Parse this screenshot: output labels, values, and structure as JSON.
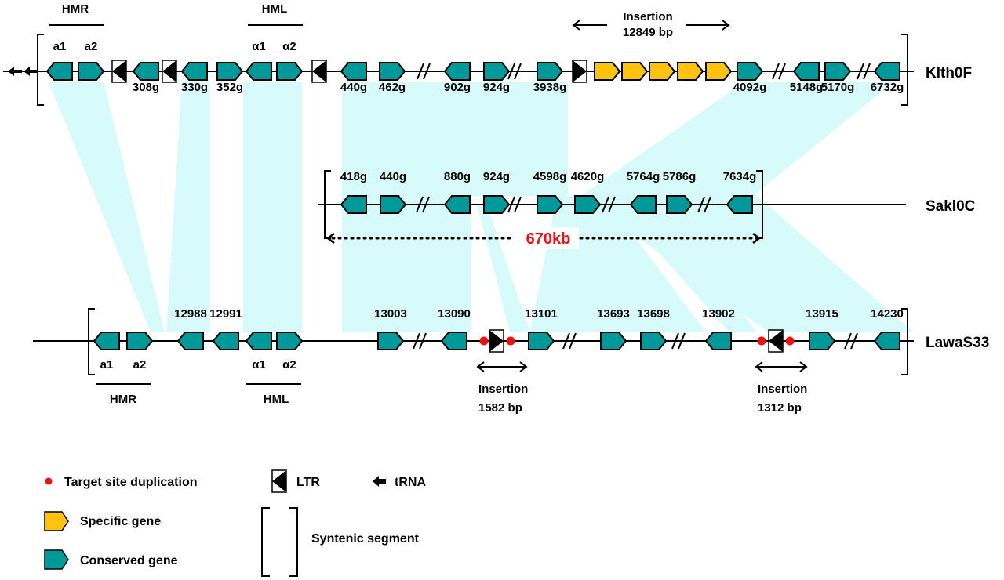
{
  "colors": {
    "conserved": "#009999",
    "specific": "#ffc20e",
    "synteny": "#d6fbfa",
    "tsd": "#ee1111",
    "line": "#000000",
    "size_label": "#ee1111"
  },
  "chromosomes": {
    "klth": {
      "name": "Klth0F",
      "genes": [
        {
          "type": "conserved",
          "dir": "left",
          "label": "",
          "top": "a1"
        },
        {
          "type": "conserved",
          "dir": "right",
          "label": "",
          "top": "a2"
        },
        {
          "type": "ltr",
          "dir": "left"
        },
        {
          "type": "conserved",
          "dir": "left",
          "label": "308g"
        },
        {
          "type": "ltr",
          "dir": "left"
        },
        {
          "type": "conserved",
          "dir": "left",
          "label": "330g"
        },
        {
          "type": "conserved",
          "dir": "right",
          "label": "352g"
        },
        {
          "type": "conserved",
          "dir": "left",
          "label": "",
          "top": "α1"
        },
        {
          "type": "conserved",
          "dir": "right",
          "label": "",
          "top": "α2"
        },
        {
          "type": "ltr",
          "dir": "left"
        },
        {
          "type": "conserved",
          "dir": "left",
          "label": "440g"
        },
        {
          "type": "conserved",
          "dir": "right",
          "label": "462g"
        },
        {
          "type": "break"
        },
        {
          "type": "conserved",
          "dir": "left",
          "label": "902g"
        },
        {
          "type": "conserved",
          "dir": "right",
          "label": "924g"
        },
        {
          "type": "break"
        },
        {
          "type": "conserved",
          "dir": "right",
          "label": "3938g"
        },
        {
          "type": "ltr",
          "dir": "right"
        },
        {
          "type": "specific",
          "dir": "right"
        },
        {
          "type": "specific",
          "dir": "right"
        },
        {
          "type": "specific",
          "dir": "right"
        },
        {
          "type": "specific",
          "dir": "right"
        },
        {
          "type": "specific",
          "dir": "right"
        },
        {
          "type": "conserved",
          "dir": "right",
          "label": "4092g"
        },
        {
          "type": "break"
        },
        {
          "type": "conserved",
          "dir": "left",
          "label": "5148g"
        },
        {
          "type": "conserved",
          "dir": "right",
          "label": "5170g"
        },
        {
          "type": "break"
        },
        {
          "type": "conserved",
          "dir": "left",
          "label": "6732g"
        }
      ],
      "loci": [
        {
          "name": "HMR"
        },
        {
          "name": "HML"
        }
      ],
      "insertion": {
        "title": "Insertion",
        "size": "12849 bp"
      }
    },
    "sakl": {
      "name": "Sakl0C",
      "genes": [
        {
          "type": "conserved",
          "dir": "left",
          "label": "418g"
        },
        {
          "type": "conserved",
          "dir": "right",
          "label": "440g"
        },
        {
          "type": "break"
        },
        {
          "type": "conserved",
          "dir": "left",
          "label": "880g"
        },
        {
          "type": "conserved",
          "dir": "right",
          "label": "924g"
        },
        {
          "type": "break"
        },
        {
          "type": "conserved",
          "dir": "right",
          "label": "4598g"
        },
        {
          "type": "conserved",
          "dir": "right",
          "label": "4620g"
        },
        {
          "type": "break"
        },
        {
          "type": "conserved",
          "dir": "left",
          "label": "5764g"
        },
        {
          "type": "conserved",
          "dir": "right",
          "label": "5786g"
        },
        {
          "type": "break"
        },
        {
          "type": "conserved",
          "dir": "left",
          "label": "7634g"
        }
      ],
      "span": "670kb"
    },
    "lawa": {
      "name": "LawaS33",
      "genes": [
        {
          "type": "conserved",
          "dir": "left",
          "label": "",
          "bottom": "a1"
        },
        {
          "type": "conserved",
          "dir": "right",
          "label": "",
          "bottom": "a2"
        },
        {
          "type": "conserved",
          "dir": "left",
          "label": "12988"
        },
        {
          "type": "conserved",
          "dir": "left",
          "label": "12991"
        },
        {
          "type": "conserved",
          "dir": "left",
          "label": "",
          "bottom": "α1"
        },
        {
          "type": "conserved",
          "dir": "right",
          "label": "",
          "bottom": "α2"
        },
        {
          "type": "conserved",
          "dir": "right",
          "label": "13003"
        },
        {
          "type": "break"
        },
        {
          "type": "conserved",
          "dir": "left",
          "label": "13090"
        },
        {
          "type": "tsd"
        },
        {
          "type": "ltr",
          "dir": "right"
        },
        {
          "type": "tsd"
        },
        {
          "type": "conserved",
          "dir": "right",
          "label": "13101"
        },
        {
          "type": "break"
        },
        {
          "type": "conserved",
          "dir": "right",
          "label": "13693"
        },
        {
          "type": "conserved",
          "dir": "right",
          "label": "13698"
        },
        {
          "type": "break"
        },
        {
          "type": "conserved",
          "dir": "left",
          "label": "13902"
        },
        {
          "type": "tsd"
        },
        {
          "type": "ltr",
          "dir": "left"
        },
        {
          "type": "tsd"
        },
        {
          "type": "conserved",
          "dir": "right",
          "label": "13915"
        },
        {
          "type": "break"
        },
        {
          "type": "conserved",
          "dir": "left",
          "label": "14230"
        }
      ],
      "loci": [
        {
          "name": "HMR"
        },
        {
          "name": "HML"
        }
      ],
      "insertions": [
        {
          "title": "Insertion",
          "size": "1582 bp"
        },
        {
          "title": "Insertion",
          "size": "1312 bp"
        }
      ]
    }
  },
  "legend": {
    "tsd": "Target site duplication",
    "ltr": "LTR",
    "trna": "tRNA",
    "specific": "Specific gene",
    "conserved": "Conserved gene",
    "syntenic": "Syntenic segment"
  }
}
